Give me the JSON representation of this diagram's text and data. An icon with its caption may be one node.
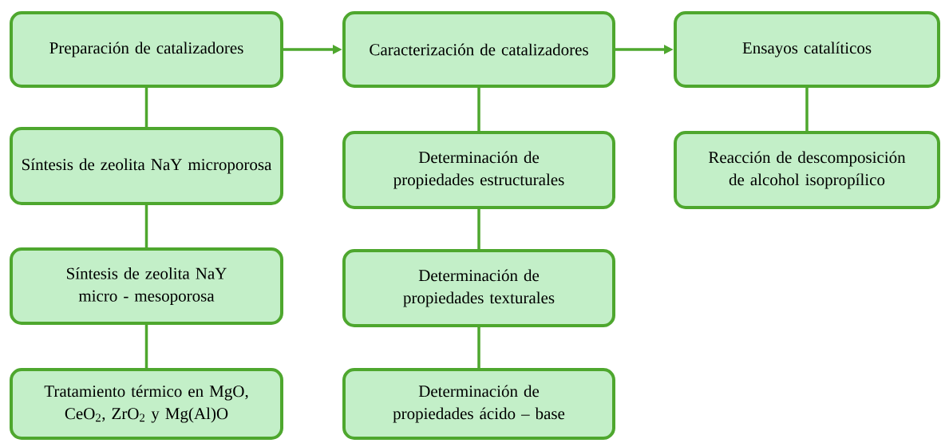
{
  "diagram": {
    "nodes": [
      {
        "text": [
          "Preparación de catalizadores"
        ]
      },
      {
        "text": [
          "Síntesis de zeolita NaY microporosa"
        ]
      },
      {
        "text": [
          "Síntesis de zeolita NaY micro - mesoporosa"
        ]
      },
      {
        "text": [
          "Tratamiento térmico en MgO, CeO$_{2}$, ZrO$_{2}$ y Mg(Al)O"
        ]
      },
      {
        "text": [
          "Caracterización de catalizadores"
        ]
      },
      {
        "text": [
          "Determinación de propiedades estructurales"
        ]
      },
      {
        "text": [
          "Determinación de propiedades texturales"
        ]
      },
      {
        "text": [
          "Determinación de propiedades ácido – base"
        ]
      },
      {
        "text": [
          "Ensayos catalíticos"
        ]
      },
      {
        "text": [
          "Reacción de descomposición de alcohol isopropílico"
        ]
      }
    ],
    "edges": [
      {
        "from": 0,
        "to": 4,
        "arrow": "to"
      },
      {
        "from": 4,
        "to": 8,
        "arrow": "to"
      },
      {
        "from": 0,
        "to": 1,
        "arrow": "none"
      },
      {
        "from": 1,
        "to": 2,
        "arrow": "none"
      },
      {
        "from": 2,
        "to": 3,
        "arrow": "none"
      },
      {
        "from": 4,
        "to": 5,
        "arrow": "none"
      },
      {
        "from": 5,
        "to": 6,
        "arrow": "none"
      },
      {
        "from": 6,
        "to": 7,
        "arrow": "none"
      },
      {
        "from": 8,
        "to": 9,
        "arrow": "none"
      }
    ]
  }
}
